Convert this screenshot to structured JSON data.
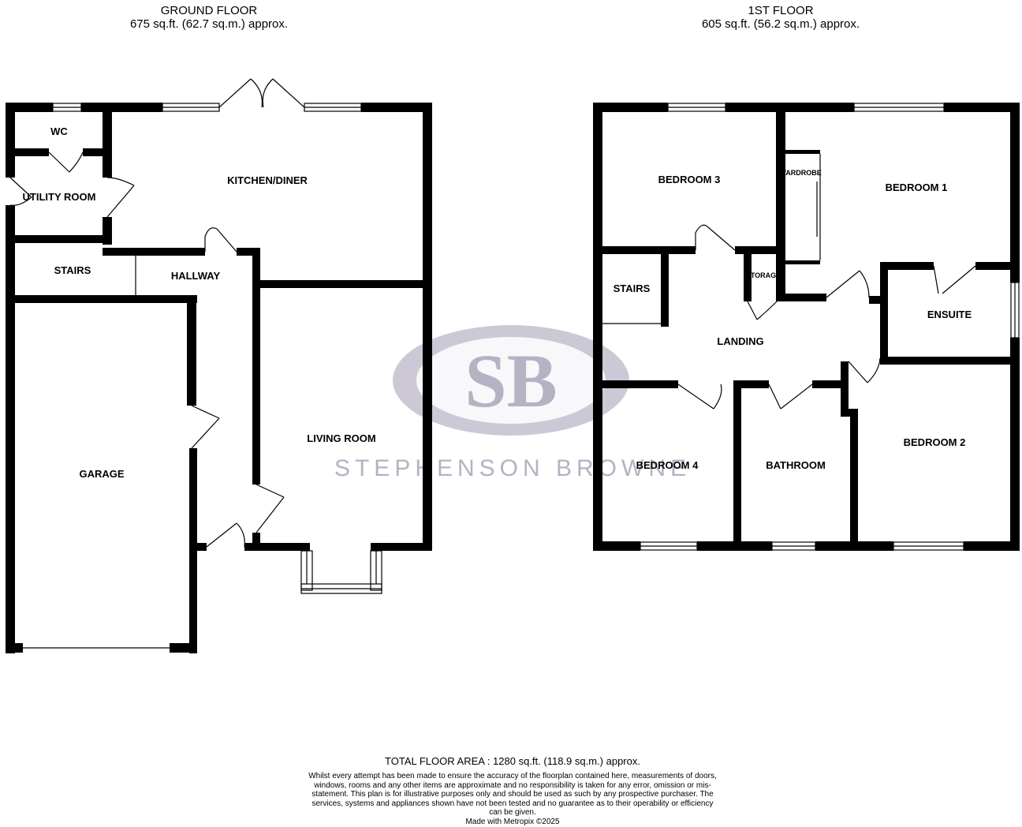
{
  "ground_floor": {
    "title": "GROUND FLOOR",
    "area": "675 sq.ft. (62.7 sq.m.) approx.",
    "rooms": {
      "wc": "WC",
      "utility": "UTILITY ROOM",
      "kitchen": "KITCHEN/DINER",
      "stairs": "STAIRS",
      "hallway": "HALLWAY",
      "garage": "GARAGE",
      "living": "LIVING ROOM"
    }
  },
  "first_floor": {
    "title": "1ST FLOOR",
    "area": "605 sq.ft. (56.2 sq.m.) approx.",
    "rooms": {
      "bedroom3": "BEDROOM 3",
      "wardrobe": "WARDROBE",
      "bedroom1": "BEDROOM 1",
      "stairs": "STAIRS",
      "storage": "STORAGE",
      "landing": "LANDING",
      "ensuite": "ENSUITE",
      "bedroom4": "BEDROOM 4",
      "bathroom": "BATHROOM",
      "bedroom2": "BEDROOM 2"
    }
  },
  "watermark": {
    "text": "STEPHENSON BROWNE",
    "logo_letters": "SB",
    "color": "#b7b1c4"
  },
  "footer": {
    "total": "TOTAL FLOOR AREA : 1280 sq.ft. (118.9 sq.m.) approx.",
    "disclaimer": "Whilst every attempt has been made to ensure the accuracy of the floorplan contained here, measurements of doors, windows, rooms and any other items are approximate and no responsibility is taken for any error, omission or mis-statement. This plan is for illustrative purposes only and should be used as such by any prospective purchaser. The services, systems and appliances shown have not been tested and no guarantee as to their operability or efficiency can be given.",
    "made_with": "Made with Metropix ©2025"
  },
  "colors": {
    "wall": "#000000",
    "background": "#ffffff"
  }
}
